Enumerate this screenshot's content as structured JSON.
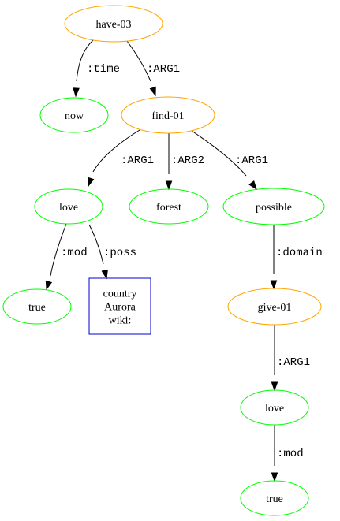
{
  "colors": {
    "predicate_node": "#ffa500",
    "leaf_node": "#00ff00",
    "entity_box": "#0000cd",
    "edge": "#000000",
    "background": "#ffffff"
  },
  "nodes": [
    {
      "id": "n-have03",
      "kind": "predicate",
      "label": "have-03"
    },
    {
      "id": "n-now",
      "kind": "leaf",
      "label": "now"
    },
    {
      "id": "n-find01",
      "kind": "predicate",
      "label": "find-01"
    },
    {
      "id": "n-love1",
      "kind": "leaf",
      "label": "love"
    },
    {
      "id": "n-forest",
      "kind": "leaf",
      "label": "forest"
    },
    {
      "id": "n-possible",
      "kind": "leaf",
      "label": "possible"
    },
    {
      "id": "n-true1",
      "kind": "leaf",
      "label": "true"
    },
    {
      "id": "n-country",
      "kind": "entity",
      "lines": [
        "country",
        "Aurora",
        "wiki:"
      ]
    },
    {
      "id": "n-give01",
      "kind": "predicate",
      "label": "give-01"
    },
    {
      "id": "n-love2",
      "kind": "leaf",
      "label": "love"
    },
    {
      "id": "n-true2",
      "kind": "leaf",
      "label": "true"
    }
  ],
  "edges": [
    {
      "from": "n-have03",
      "to": "n-now",
      "label": ":time"
    },
    {
      "from": "n-have03",
      "to": "n-find01",
      "label": ":ARG1"
    },
    {
      "from": "n-find01",
      "to": "n-love1",
      "label": ":ARG1"
    },
    {
      "from": "n-find01",
      "to": "n-forest",
      "label": ":ARG2"
    },
    {
      "from": "n-find01",
      "to": "n-possible",
      "label": ":ARG1"
    },
    {
      "from": "n-love1",
      "to": "n-true1",
      "label": ":mod"
    },
    {
      "from": "n-love1",
      "to": "n-country",
      "label": ":poss"
    },
    {
      "from": "n-possible",
      "to": "n-give01",
      "label": ":domain"
    },
    {
      "from": "n-give01",
      "to": "n-love2",
      "label": ":ARG1"
    },
    {
      "from": "n-love2",
      "to": "n-true2",
      "label": ":mod"
    }
  ]
}
